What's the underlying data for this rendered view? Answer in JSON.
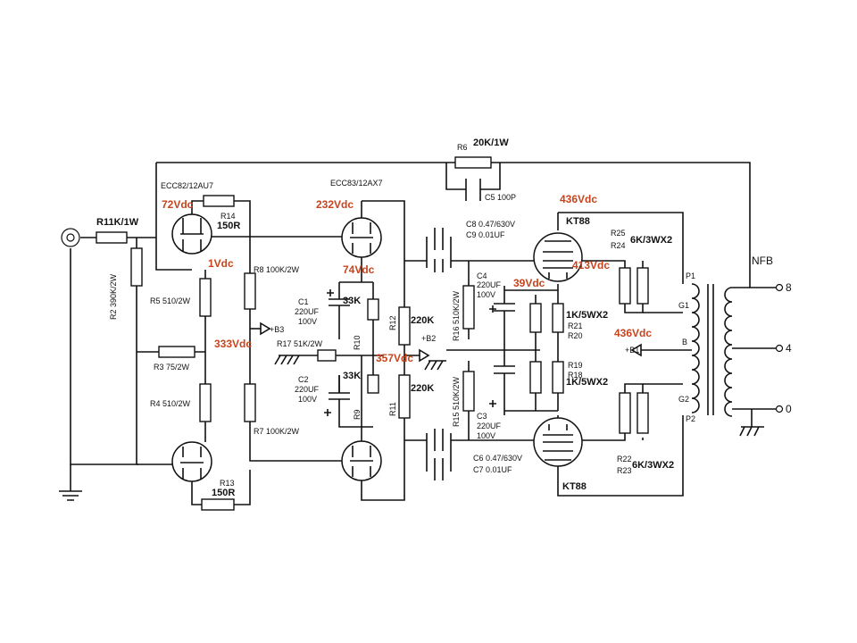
{
  "tubes": {
    "v1_type": "ECC82/12AU7",
    "v2_type": "ECC83/12AX7",
    "pwr_top": "KT88",
    "pwr_bottom": "KT88"
  },
  "resistors": {
    "r11": "R11K/1W",
    "r2": "R2 390K/2W",
    "r5": "R5 510/2W",
    "r3": "R3 75/2W",
    "r4": "R4 510/2W",
    "r14_name": "R14",
    "r14_val": "150R",
    "r13_name": "R13",
    "r13_val": "150R",
    "r8": "R8  100K/2W",
    "r7": "R7  100K/2W",
    "r17": "R17  51K/2W",
    "r10": "R10",
    "r9": "R9",
    "r10_val": "33K",
    "r9_val": "33K",
    "r12": "R12",
    "r11b": "R11",
    "r12_val": "220K",
    "r11b_val": "220K",
    "r16": "R16 510K/2W",
    "r15": "R15 510K/2W",
    "r6_name": "R6",
    "r6_val": "20K/1W",
    "r25": "R25",
    "r24": "R24",
    "r25_val": "6K/3WX2",
    "r22": "R22",
    "r23": "R23",
    "r22_val": "6K/3WX2",
    "r21_val": "1K/5WX2",
    "r21": "R21",
    "r20": "R20",
    "r19": "R19",
    "r18": "R18",
    "r19_val": "1K/5WX2"
  },
  "capacitors": {
    "c1": "C1",
    "c1_v1": "220UF",
    "c1_v2": "100V",
    "c2": "C2",
    "c2_v1": "220UF",
    "c2_v2": "100V",
    "c3": "C3",
    "c3_v1": "220UF",
    "c3_v2": "100V",
    "c4": "C4",
    "c4_v1": "220UF",
    "c4_v2": "100V",
    "c5": "C5 100P",
    "c8": "C8 0.47/630V",
    "c9": "C9 0.01UF",
    "c6": "C6 0.47/630V",
    "c7": "C7 0.01UF"
  },
  "voltages": {
    "v1_plate": "72Vdc",
    "v1_cathode": "1Vdc",
    "b3_node": "333Vdc",
    "v2_plate": "232Vdc",
    "v2_cathode": "74Vdc",
    "b2_node": "357Vdc",
    "kt88_plate": "436Vdc",
    "kt88_screen": "413Vdc",
    "kt88_cathode": "39Vdc",
    "b1_node": "436Vdc"
  },
  "nodes": {
    "b3": "+B3",
    "b2": "+B2",
    "b1": "+B1"
  },
  "transformer": {
    "nfb": "NFB",
    "p1": "P1",
    "g1": "G1",
    "b": "B",
    "g2": "G2",
    "p2": "P2",
    "tap_8": "8",
    "tap_4": "4",
    "tap_0": "0"
  }
}
